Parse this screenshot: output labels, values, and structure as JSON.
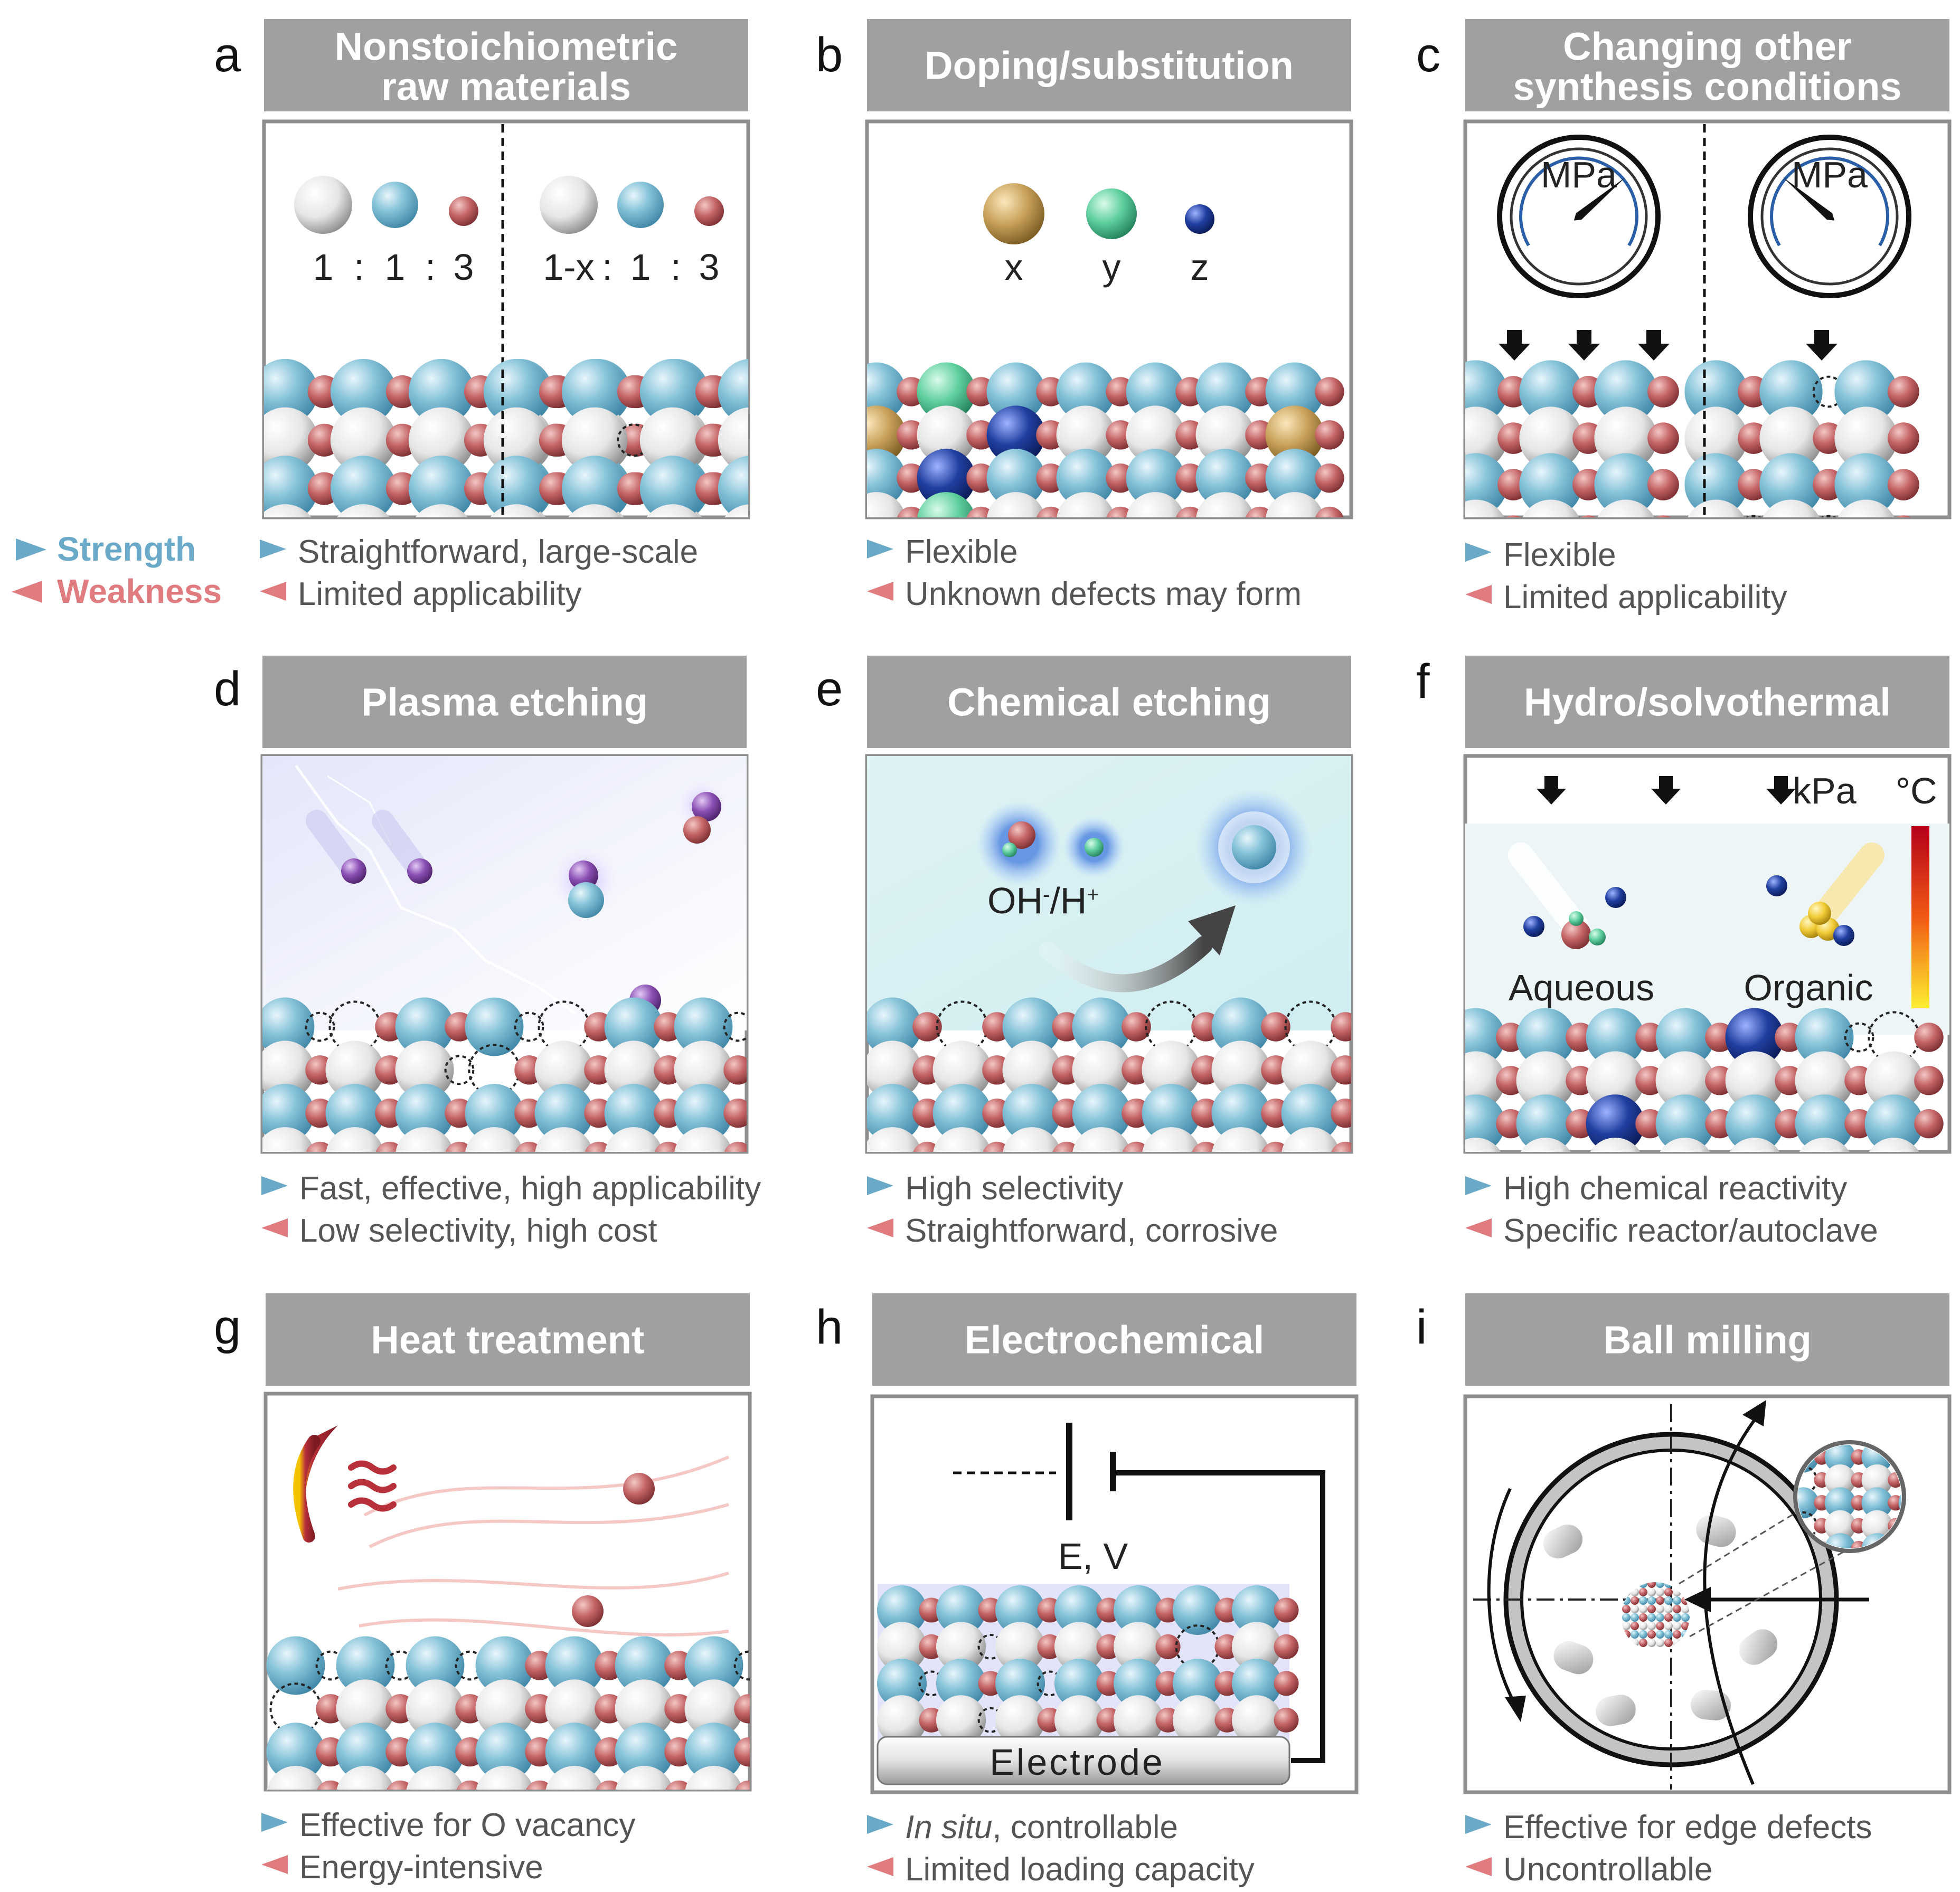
{
  "legend": {
    "strength": "Strength",
    "weakness": "Weakness",
    "strength_color": "#6aaac8",
    "weakness_color": "#e07c80"
  },
  "colors": {
    "header_bg": "#a0a0a0",
    "atom_blue": "#86c3d9",
    "atom_white": "#f2f2f2",
    "atom_red": "#c46466",
    "dopant_x": "#c9a25a",
    "dopant_y": "#5fcf9e",
    "dopant_z": "#1f3fa0",
    "plasma_purple": "#8a4fb4"
  },
  "panels": [
    {
      "letter": "a",
      "title": [
        "Nonstoichiometric",
        "raw materials"
      ],
      "strength": "Straightforward, large-scale",
      "weakness": "Limited applicability"
    },
    {
      "letter": "b",
      "title": [
        "Doping/substitution"
      ],
      "strength": "Flexible",
      "weakness": "Unknown defects may form"
    },
    {
      "letter": "c",
      "title": [
        "Changing other",
        "synthesis conditions"
      ],
      "strength": "Flexible",
      "weakness": "Limited applicability"
    },
    {
      "letter": "d",
      "title": [
        "Plasma etching"
      ],
      "strength": "Fast, effective, high applicability",
      "weakness": "Low selectivity, high cost"
    },
    {
      "letter": "e",
      "title": [
        "Chemical etching"
      ],
      "strength": "High selectivity",
      "weakness": "Straightforward, corrosive"
    },
    {
      "letter": "f",
      "title": [
        "Hydro/solvothermal"
      ],
      "strength": "High chemical reactivity",
      "weakness": "Specific reactor/autoclave"
    },
    {
      "letter": "g",
      "title": [
        "Heat treatment"
      ],
      "strength": "Effective for O vacancy",
      "weakness": "Energy-intensive"
    },
    {
      "letter": "h",
      "title": [
        "Electrochemical"
      ],
      "strength_italic": "In situ",
      "strength": ", controllable",
      "weakness": "Limited loading capacity"
    },
    {
      "letter": "i",
      "title": [
        "Ball milling"
      ],
      "strength": "Effective for edge defects",
      "weakness": "Uncontrollable"
    }
  ],
  "panel_text": {
    "a_ratio_left": [
      "1",
      ":",
      "1",
      ":",
      "3"
    ],
    "a_ratio_right_red": "1-x",
    "a_ratio_right_rest": [
      ":",
      "1",
      ":",
      "3"
    ],
    "b_dopants": [
      "x",
      "y",
      "z"
    ],
    "c_gauge_unit": "MPa",
    "e_ion_label": "OH",
    "e_ion_sup1": "-",
    "e_ion_mid": "/H",
    "e_ion_sup2": "+",
    "f_pressure_unit": "kPa",
    "f_temp_unit": "°C",
    "f_aqueous": "Aqueous",
    "f_organic": "Organic",
    "h_voltage": "E, V",
    "h_electrode": "Electrode"
  }
}
